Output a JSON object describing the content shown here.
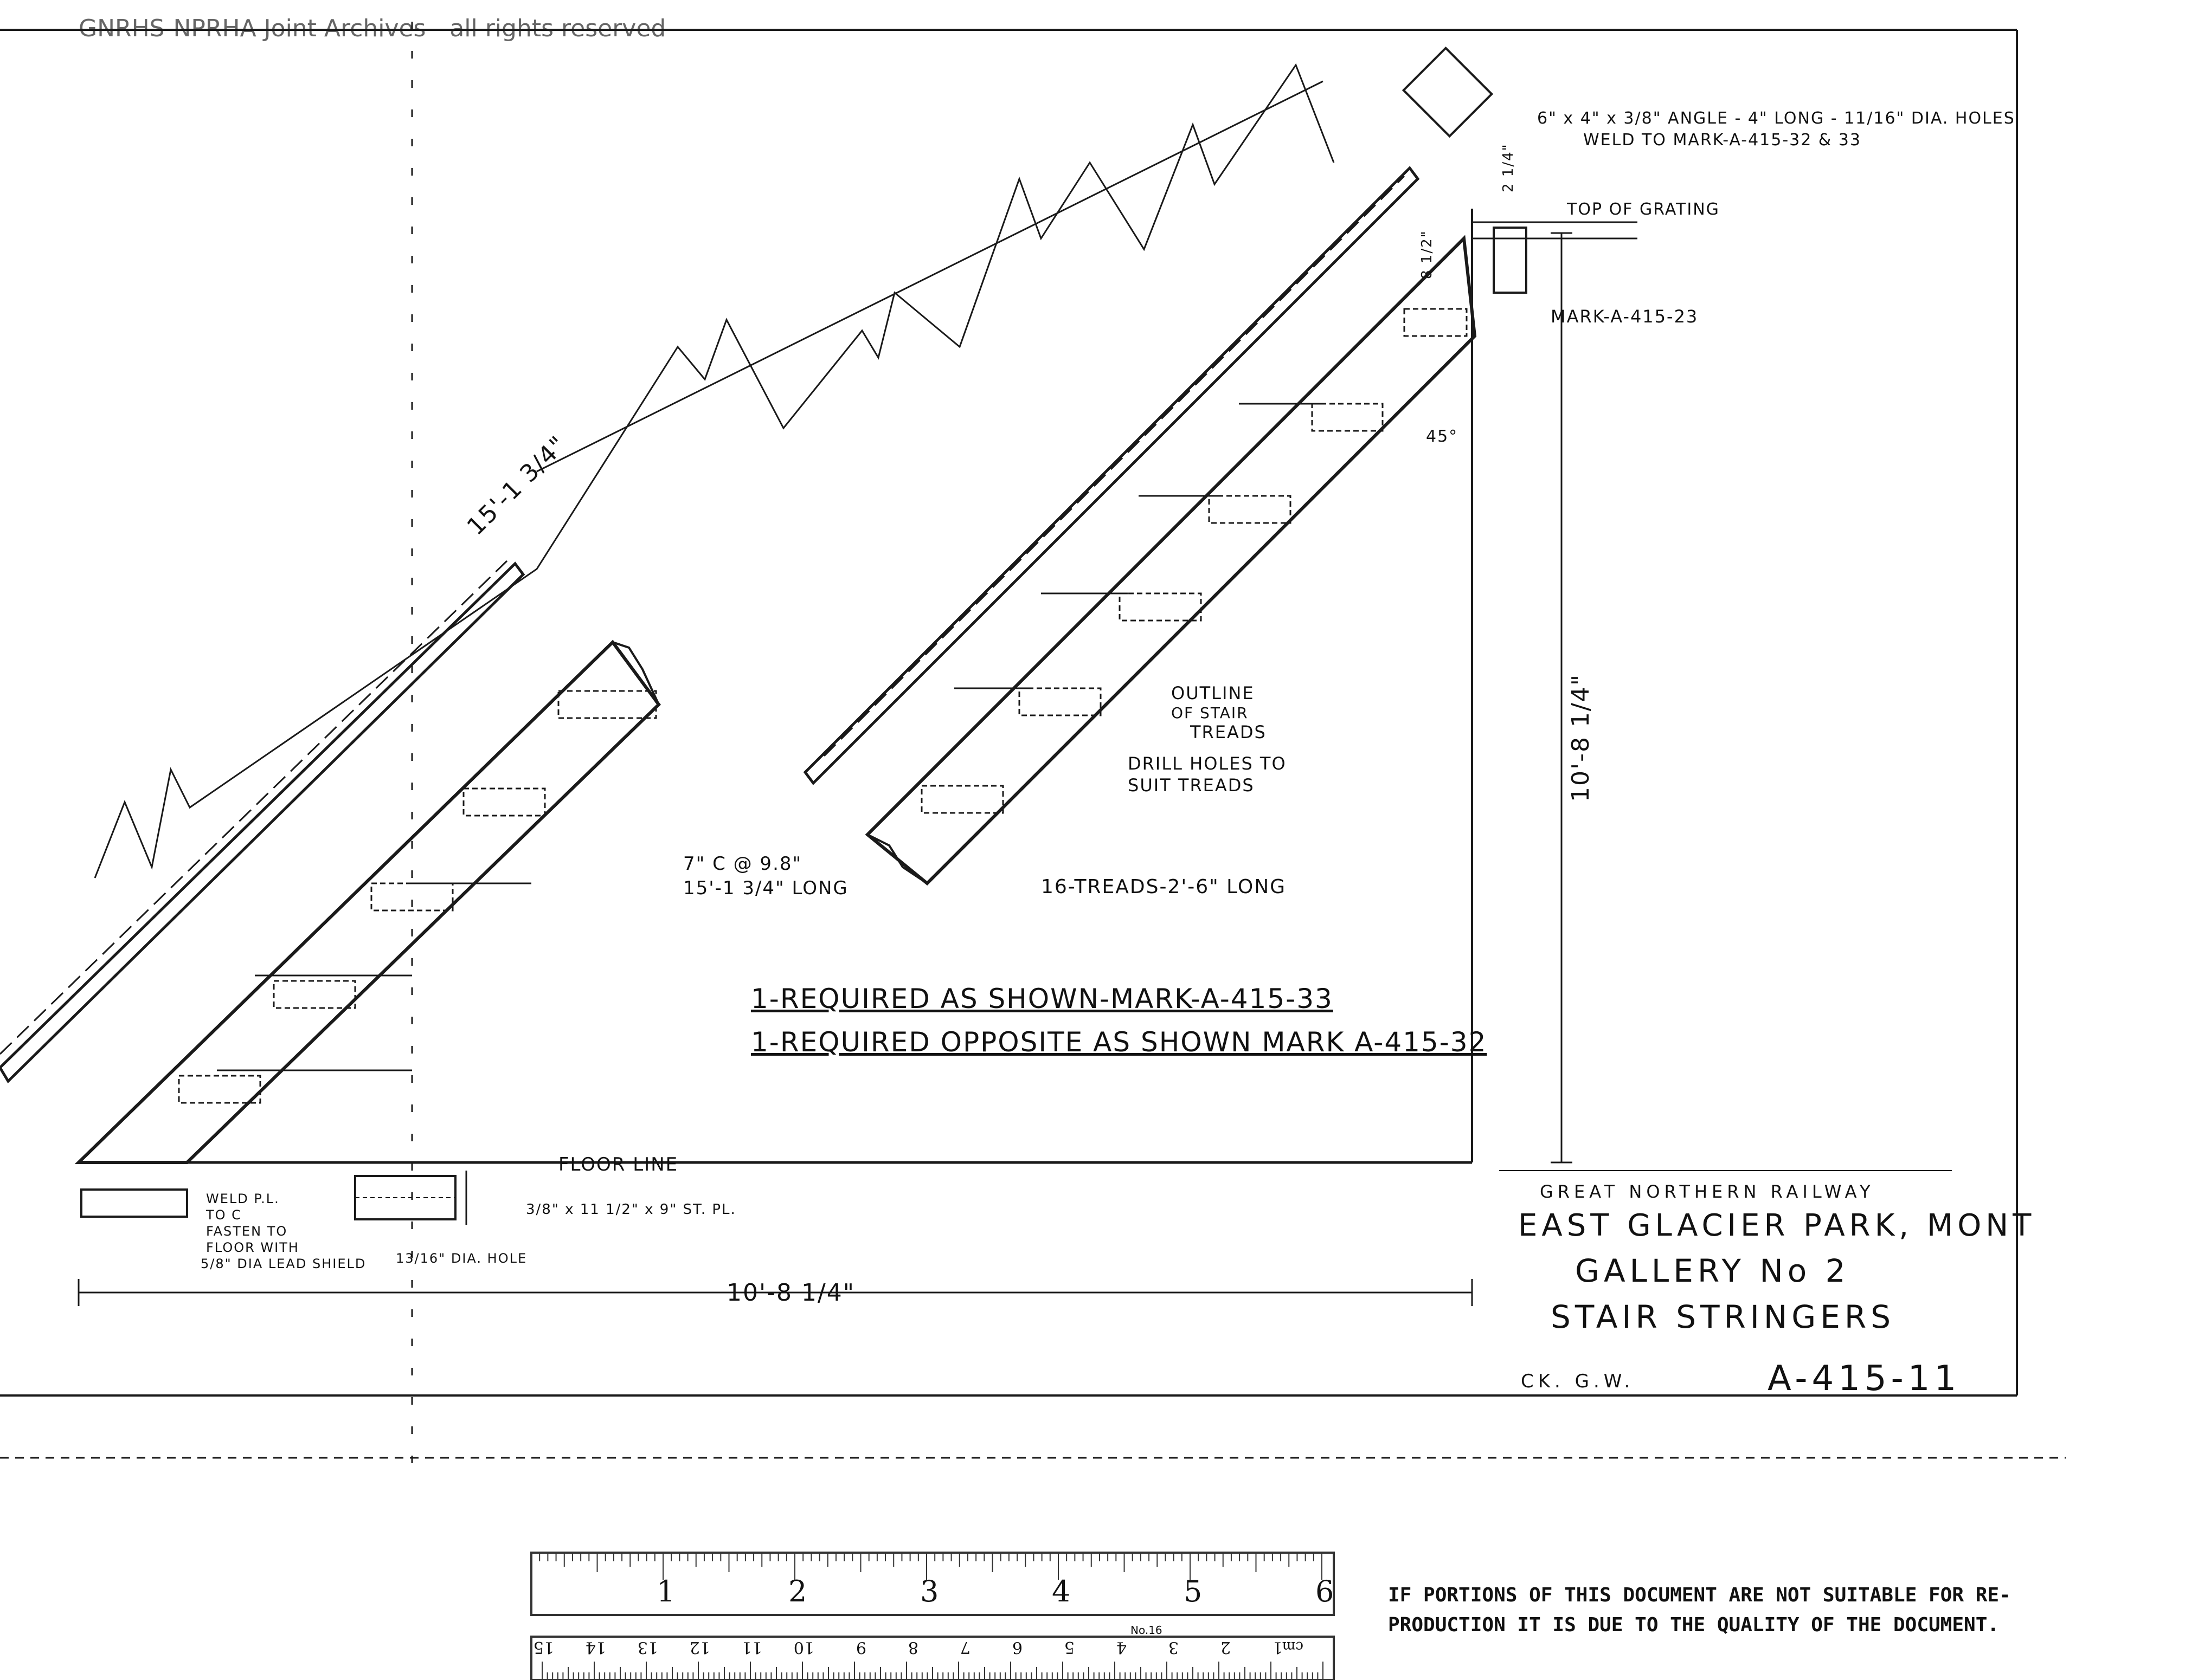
{
  "watermark": "GNRHS-NPRHA Joint Archives - all rights reserved",
  "labels": {
    "angle_spec_1": "6\" x 4\" x 3/8\" ANGLE - 4\" LONG - 11/16\" DIA. HOLES",
    "angle_spec_2": "WELD TO MARK-A-415-32 & 33",
    "top_of_grating": "TOP OF GRATING",
    "mark_23": "MARK-A-415-23",
    "angle_45": "45°",
    "outline_1": "OUTLINE",
    "outline_2": "OF STAIR",
    "outline_3": "TREADS",
    "drill_1": "DRILL HOLES TO",
    "drill_2": "SUIT TREADS",
    "channel_1": "7\" C @ 9.8\"",
    "channel_2": "15'-1 3/4\" LONG",
    "treads": "16-TREADS-2'-6\" LONG",
    "dim_diagonal": "15'-1 3/4\"",
    "dim_vertical": "10'-8 1/4\"",
    "dim_horizontal": "10'-8 1/4\"",
    "dim_225": "2 1/4\"",
    "dim_812": "8 1/2\"",
    "floor_line": "FLOOR LINE",
    "weld_note_1": "WELD P.L.",
    "weld_note_2": "TO C",
    "weld_note_3": "FASTEN TO",
    "weld_note_4": "FLOOR WITH",
    "weld_note_5": "5/8\" DIA LEAD SHIELD",
    "plate_spec": "3/8\" x 11 1/2\" x 9\" ST. PL.",
    "dia_hole": "13/16\" DIA. HOLE",
    "req_1": "1-REQUIRED AS SHOWN-MARK-A-415-33",
    "req_2": "1-REQUIRED OPPOSITE AS SHOWN MARK A-415-32"
  },
  "title_block": {
    "company": "GREAT NORTHERN RAILWAY",
    "location": "EAST GLACIER PARK, MONT",
    "gallery": "GALLERY No 2",
    "subject": "STAIR STRINGERS",
    "checked": "CK. G.W.",
    "drawing_no": "A-415-11"
  },
  "ruler": {
    "inch_numbers": [
      "1",
      "2",
      "3",
      "4",
      "5",
      "6"
    ],
    "cm_numbers": [
      "1",
      "2",
      "3",
      "4",
      "5",
      "6",
      "7",
      "8",
      "9",
      "10",
      "11",
      "12",
      "13",
      "14",
      "15"
    ],
    "cm_unit": "cm",
    "model": "No.16"
  },
  "notice": {
    "line1": "IF PORTIONS OF THIS DOCUMENT ARE NOT SUITABLE FOR RE-",
    "line2": "PRODUCTION IT IS DUE TO THE QUALITY OF THE DOCUMENT."
  }
}
